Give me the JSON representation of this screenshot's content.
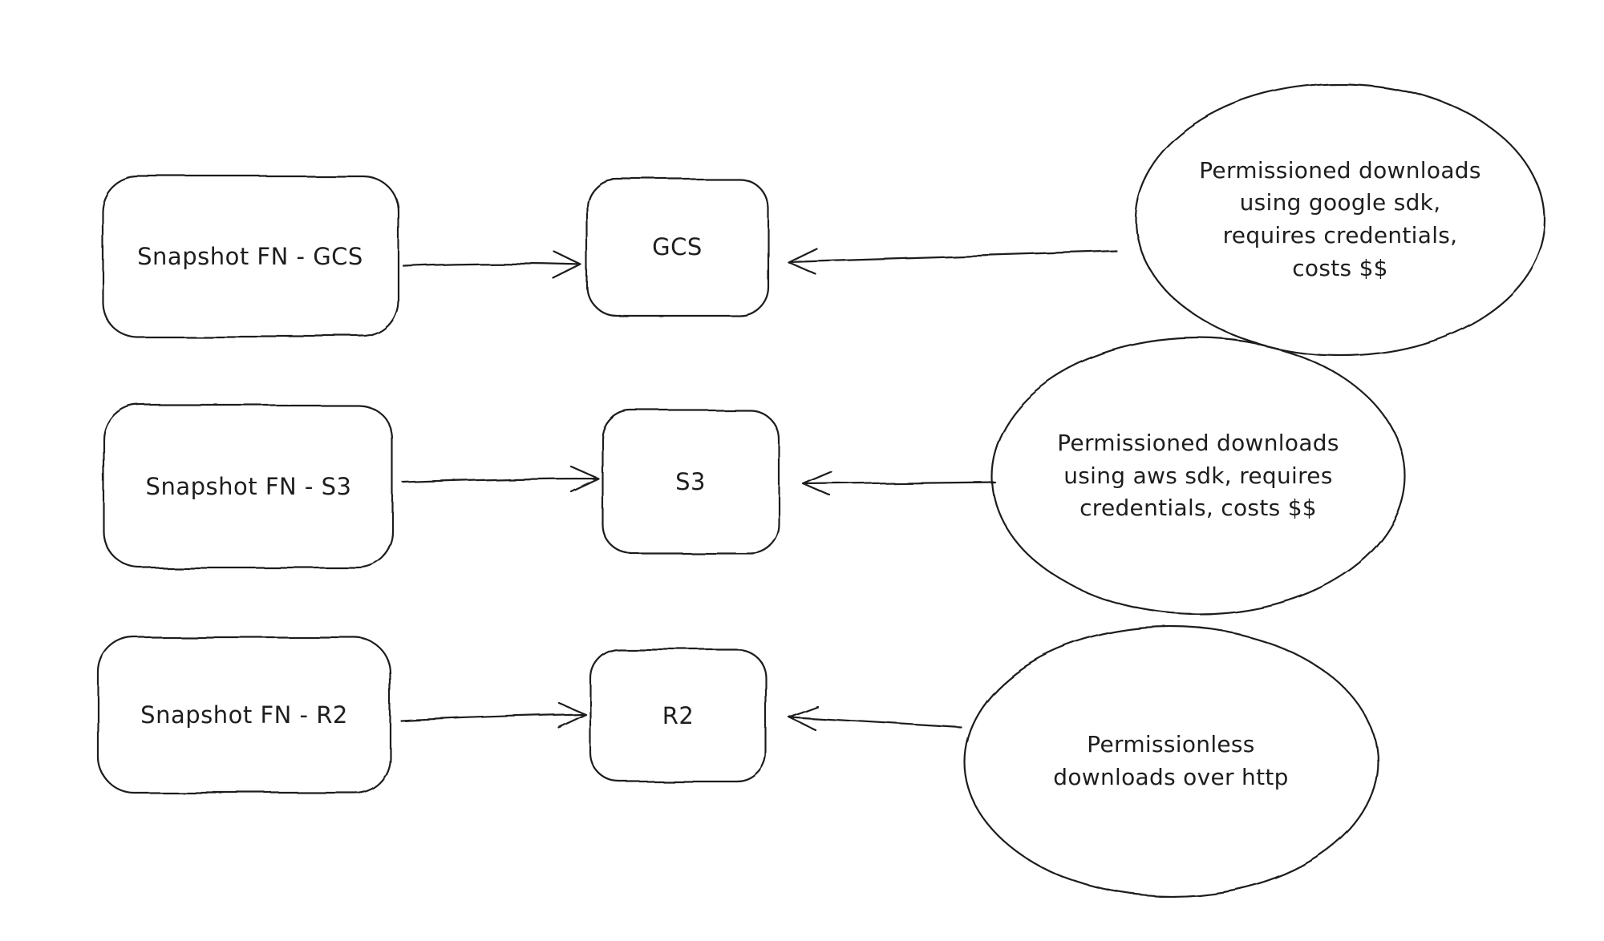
{
  "canvas": {
    "background_color": "#ffffff",
    "stroke_color": "#1e1e1e"
  },
  "diagram": {
    "rows": [
      {
        "source_label": "Snapshot FN - GCS",
        "target_label": "GCS",
        "note": "Permissioned downloads\nusing google sdk,\nrequires credentials,\ncosts $$"
      },
      {
        "source_label": "Snapshot FN - S3",
        "target_label": "S3",
        "note": "Permissioned downloads\nusing aws sdk, requires\ncredentials, costs $$"
      },
      {
        "source_label": "Snapshot FN - R2",
        "target_label": "R2",
        "note": "Permissionless\ndownloads over http"
      }
    ]
  }
}
